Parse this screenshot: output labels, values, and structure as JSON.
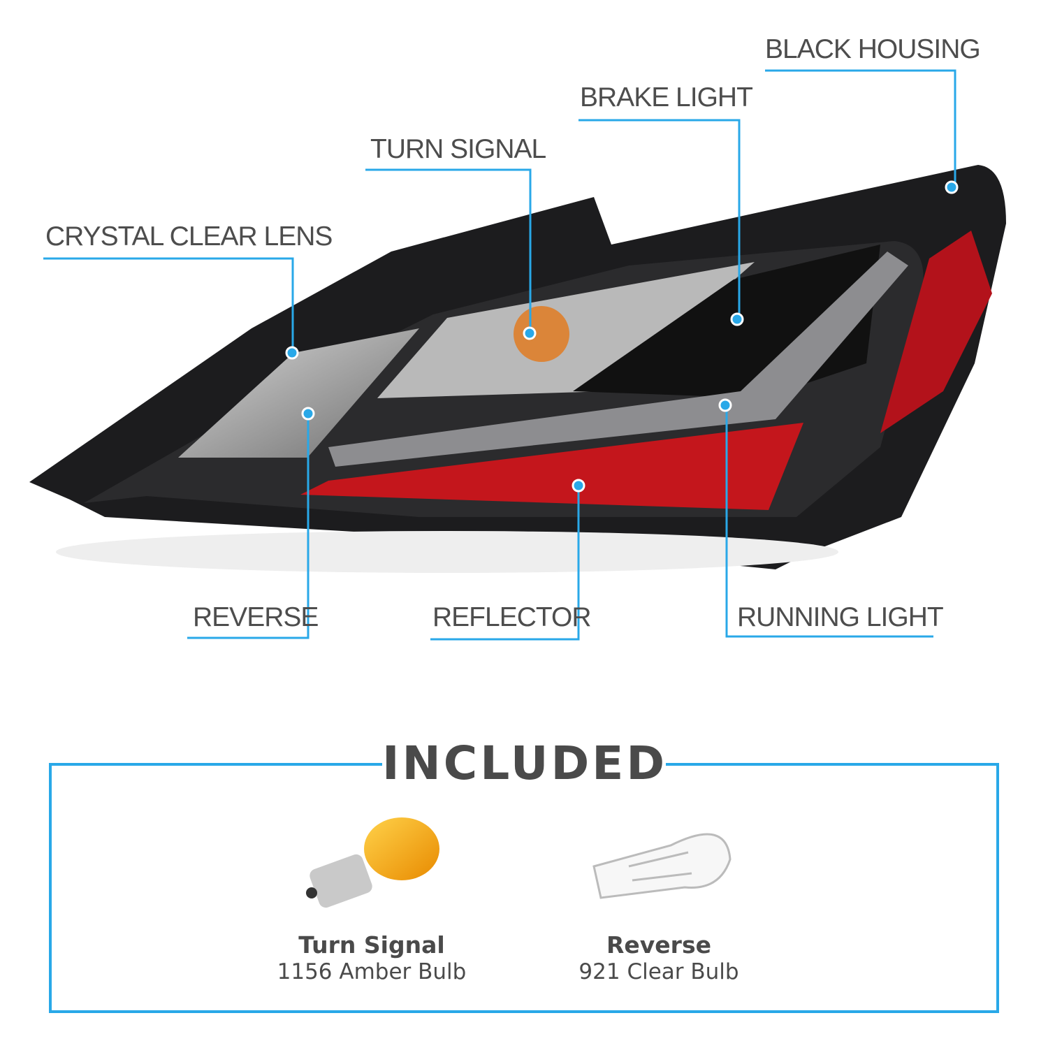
{
  "callouts": {
    "black_housing": "BLACK HOUSING",
    "brake_light": "BRAKE LIGHT",
    "turn_signal": "TURN SIGNAL",
    "crystal_clear_lens": "CRYSTAL CLEAR LENS",
    "reverse": "REVERSE",
    "reflector": "REFLECTOR",
    "running_light": "RUNNING LIGHT"
  },
  "included": {
    "title": "INCLUDED",
    "items": [
      {
        "name": "Turn Signal",
        "detail": "1156 Amber Bulb"
      },
      {
        "name": "Reverse",
        "detail": "921 Clear Bulb"
      }
    ]
  },
  "colors": {
    "accent": "#29a8e8",
    "text": "#4d4d4d",
    "reflector": "#c4161c",
    "amber": "#f5a300"
  }
}
